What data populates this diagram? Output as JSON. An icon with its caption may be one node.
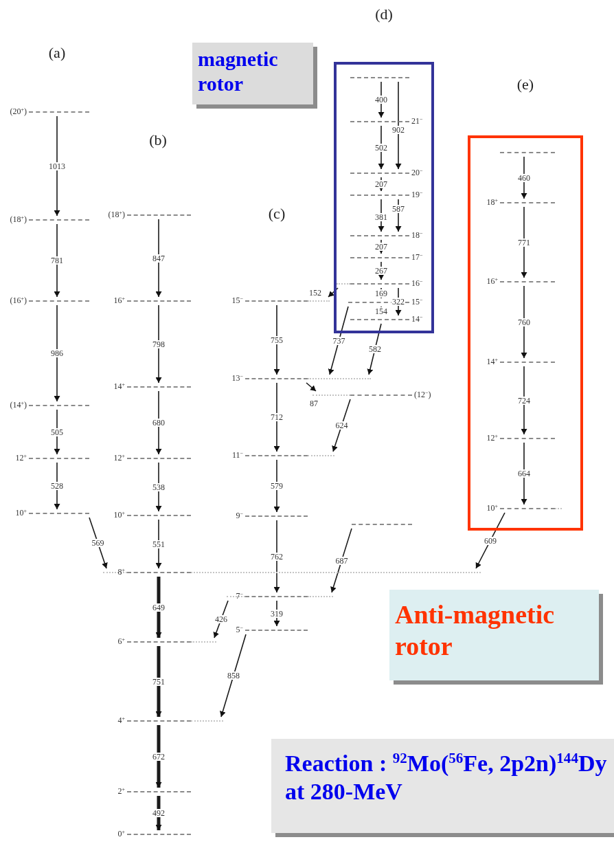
{
  "diagram": {
    "nodes": [
      {
        "text": [
          "(20$^{+}$)"
        ]
      },
      {
        "text": [
          "(18$^{+}$)"
        ]
      },
      {
        "text": [
          "(16$^{+}$)"
        ]
      },
      {
        "text": [
          "(14$^{+}$)"
        ]
      },
      {
        "text": [
          "12$^{+}$"
        ]
      },
      {
        "text": [
          "10$^{+}$"
        ]
      },
      {
        "text": [
          "(18$^{+}$)"
        ]
      },
      {
        "text": [
          "16$^{+}$"
        ]
      },
      {
        "text": [
          "14$^{+}$"
        ]
      },
      {
        "text": [
          "12$^{+}$"
        ]
      },
      {
        "text": [
          "10$^{+}$"
        ]
      },
      {
        "text": [
          "8$^{+}$"
        ]
      },
      {
        "text": [
          "6$^{+}$"
        ]
      },
      {
        "text": [
          "4$^{+}$"
        ]
      },
      {
        "text": [
          "2$^{+}$"
        ]
      },
      {
        "text": [
          "0$^{+}$"
        ]
      },
      {
        "text": [
          "15$^{−}$"
        ]
      },
      {
        "text": [
          "13$^{−}$"
        ]
      },
      {
        "text": [
          "(12$^{−}$)"
        ]
      },
      {
        "text": [
          "11$^{−}$"
        ]
      },
      {
        "text": [
          "9$^{−}$"
        ]
      },
      {
        "text": [],
        "shape": "bar"
      },
      {
        "text": [
          "7$^{−}$"
        ]
      },
      {
        "text": [
          "5$^{−}$"
        ]
      },
      {
        "text": [
          "(d)"
        ]
      },
      {
        "text": [],
        "shape": "bar",
        "in": 24
      },
      {
        "text": [
          "21$^{−}$"
        ],
        "in": 24
      },
      {
        "text": [
          "20$^{−}$"
        ],
        "in": 24
      },
      {
        "text": [
          "19$^{−}$"
        ],
        "in": 24
      },
      {
        "text": [
          "18$^{−}$"
        ],
        "in": 24
      },
      {
        "text": [
          "17$^{−}$"
        ],
        "in": 24
      },
      {
        "text": [
          "16$^{−}$"
        ],
        "in": 24
      },
      {
        "text": [
          "15$^{−}$"
        ],
        "in": 24
      },
      {
        "text": [
          "14$^{−}$"
        ],
        "in": 24
      },
      {
        "text": [
          "(e)"
        ]
      },
      {
        "text": [],
        "shape": "bar",
        "in": 34
      },
      {
        "text": [
          "18$^{+}$"
        ],
        "in": 34
      },
      {
        "text": [
          "16$^{+}$"
        ],
        "in": 34
      },
      {
        "text": [
          "14$^{+}$"
        ],
        "in": 34
      },
      {
        "text": [
          "12$^{+}$"
        ],
        "in": 34
      },
      {
        "text": [
          "10$^{+}$"
        ],
        "in": 34
      },
      {
        "text": [
          "magnetic rotor"
        ]
      },
      {
        "text": [
          "Anti-magnetic rotor"
        ]
      },
      {
        "text": [
          "Reaction : $^{92}$Mo($^{56}$Fe, 2p2n)$^{144}$Dy at 280-MeV"
        ]
      }
    ],
    "edges": [
      {
        "from": 0,
        "to": 1,
        "arrow": "to",
        "label": "1013"
      },
      {
        "from": 1,
        "to": 2,
        "arrow": "to",
        "label": "781"
      },
      {
        "from": 2,
        "to": 3,
        "arrow": "to",
        "label": "986"
      },
      {
        "from": 3,
        "to": 4,
        "arrow": "to",
        "label": "505"
      },
      {
        "from": 4,
        "to": 5,
        "arrow": "to",
        "label": "528"
      },
      {
        "from": 5,
        "to": 11,
        "arrow": "to",
        "label": "569"
      },
      {
        "from": 6,
        "to": 7,
        "arrow": "to",
        "label": "847"
      },
      {
        "from": 7,
        "to": 8,
        "arrow": "to",
        "label": "798"
      },
      {
        "from": 8,
        "to": 9,
        "arrow": "to",
        "label": "680"
      },
      {
        "from": 9,
        "to": 10,
        "arrow": "to",
        "label": "538"
      },
      {
        "from": 10,
        "to": 11,
        "arrow": "to",
        "label": "551"
      },
      {
        "from": 11,
        "to": 12,
        "arrow": "to",
        "label": "649",
        "style": "thick"
      },
      {
        "from": 12,
        "to": 13,
        "arrow": "to",
        "label": "751",
        "style": "thick"
      },
      {
        "from": 13,
        "to": 14,
        "arrow": "to",
        "label": "672",
        "style": "thick"
      },
      {
        "from": 14,
        "to": 15,
        "arrow": "to",
        "label": "492",
        "style": "thick"
      },
      {
        "from": 16,
        "to": 17,
        "arrow": "to",
        "label": "755"
      },
      {
        "from": 17,
        "to": 19,
        "arrow": "to",
        "label": "712"
      },
      {
        "from": 19,
        "to": 20,
        "arrow": "to",
        "label": "579"
      },
      {
        "from": 20,
        "to": 22,
        "arrow": "to",
        "label": "762"
      },
      {
        "from": 22,
        "to": 23,
        "arrow": "to",
        "label": "319"
      },
      {
        "from": 17,
        "to": 18,
        "arrow": "to",
        "label": "87"
      },
      {
        "from": 18,
        "to": 19,
        "arrow": "to",
        "label": "624"
      },
      {
        "from": 21,
        "to": 22,
        "arrow": "to",
        "label": "687"
      },
      {
        "from": 22,
        "to": 12,
        "arrow": "to",
        "label": "426"
      },
      {
        "from": 23,
        "to": 13,
        "arrow": "to",
        "label": "858"
      },
      {
        "from": 25,
        "to": 26,
        "arrow": "to",
        "label": "400"
      },
      {
        "from": 25,
        "to": 27,
        "arrow": "to",
        "label": "902"
      },
      {
        "from": 26,
        "to": 27,
        "arrow": "to",
        "label": "502"
      },
      {
        "from": 27,
        "to": 28,
        "arrow": "to",
        "label": "207"
      },
      {
        "from": 28,
        "to": 29,
        "arrow": "to",
        "label": "381"
      },
      {
        "from": 28,
        "to": 29,
        "arrow": "to",
        "label": "587"
      },
      {
        "from": 29,
        "to": 30,
        "arrow": "to",
        "label": "207"
      },
      {
        "from": 30,
        "to": 31,
        "arrow": "to",
        "label": "267"
      },
      {
        "from": 31,
        "to": 32,
        "arrow": "to",
        "label": "169"
      },
      {
        "from": 31,
        "to": 33,
        "arrow": "to",
        "label": "322"
      },
      {
        "from": 32,
        "to": 33,
        "arrow": "to",
        "label": "154"
      },
      {
        "from": 31,
        "to": 16,
        "arrow": "to",
        "label": "152"
      },
      {
        "from": 32,
        "to": 17,
        "arrow": "to",
        "label": "737"
      },
      {
        "from": 33,
        "to": 17,
        "arrow": "to",
        "label": "582"
      },
      {
        "from": 35,
        "to": 36,
        "arrow": "to",
        "label": "460"
      },
      {
        "from": 36,
        "to": 37,
        "arrow": "to",
        "label": "771"
      },
      {
        "from": 37,
        "to": 38,
        "arrow": "to",
        "label": "760"
      },
      {
        "from": 38,
        "to": 39,
        "arrow": "to",
        "label": "724"
      },
      {
        "from": 39,
        "to": 40,
        "arrow": "to",
        "label": "664"
      },
      {
        "from": 40,
        "to": 11,
        "arrow": "to",
        "label": "609"
      }
    ],
    "labels": [
      "(a)",
      "(b)",
      "(c)"
    ]
  }
}
